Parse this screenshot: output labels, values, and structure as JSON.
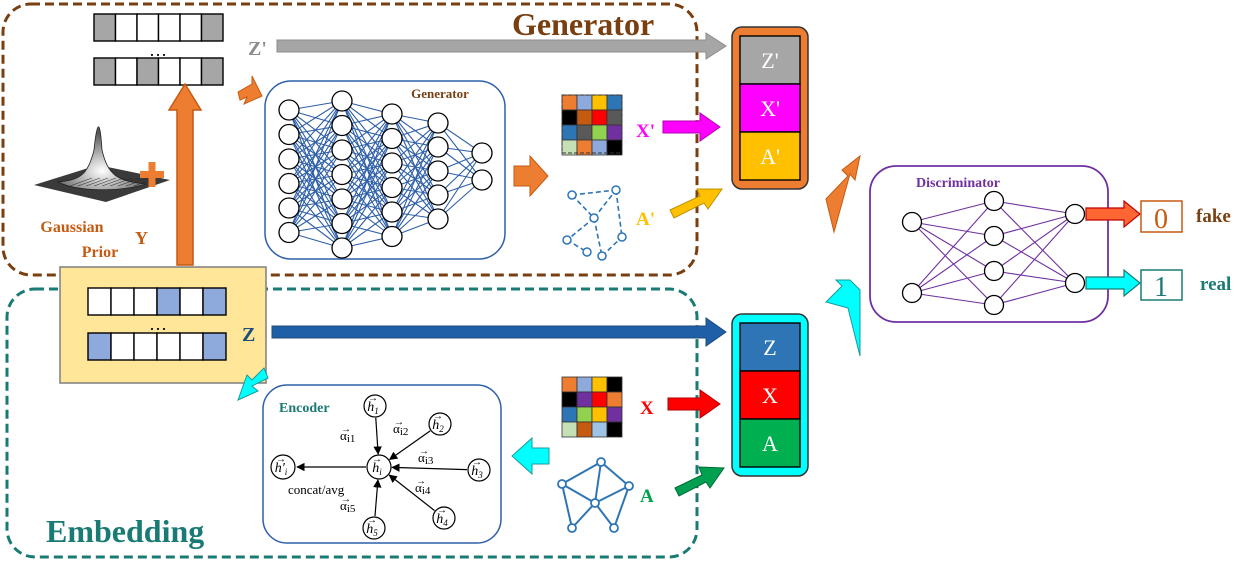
{
  "generator_block": {
    "title": "Generator",
    "title_color": "#7a3f10",
    "inner_label": "Generator",
    "z_prime_label": "Z'",
    "x_prime_label": "X'",
    "a_prime_label": "A'",
    "border_color": "#7a3f10"
  },
  "prior": {
    "label_line1": "Gaussian",
    "label_line2": "Prior",
    "y_label": "Y",
    "plus_symbol": "+"
  },
  "embedding_block": {
    "title": "Embedding",
    "title_color": "#1a7a74",
    "z_label": "Z",
    "x_label": "X",
    "a_label": "A",
    "border_color": "#1a7a74"
  },
  "encoder": {
    "label": "Encoder",
    "center_node": "h",
    "center_sub": "i",
    "output_node": "h'",
    "output_sub": "i",
    "agg_label": "concat/avg",
    "neighbors": [
      {
        "name": "h",
        "sub": "1",
        "alpha": "α",
        "alpha_sub": "i1"
      },
      {
        "name": "h",
        "sub": "2",
        "alpha": "α",
        "alpha_sub": "i2"
      },
      {
        "name": "h",
        "sub": "3",
        "alpha": "α",
        "alpha_sub": "i3"
      },
      {
        "name": "h",
        "sub": "4",
        "alpha": "α",
        "alpha_sub": "i4"
      },
      {
        "name": "h",
        "sub": "5",
        "alpha": "α",
        "alpha_sub": "i5"
      }
    ]
  },
  "vector_fake": {
    "rows": [
      [
        "#a6a6a6",
        "#ffffff",
        "#ffffff",
        "#ffffff",
        "#ffffff",
        "#a6a6a6"
      ],
      [
        "#a6a6a6",
        "#ffffff",
        "#a6a6a6",
        "#ffffff",
        "#ffffff",
        "#a6a6a6"
      ]
    ],
    "ellipsis": "…"
  },
  "vector_real": {
    "rows": [
      [
        "#ffffff",
        "#ffffff",
        "#ffffff",
        "#8ea9db",
        "#ffffff",
        "#8ea9db"
      ],
      [
        "#8ea9db",
        "#ffffff",
        "#ffffff",
        "#ffffff",
        "#ffffff",
        "#8ea9db"
      ]
    ],
    "ellipsis": "…"
  },
  "fake_stack": {
    "cells": [
      {
        "label": "Z'",
        "color": "#a6a6a6"
      },
      {
        "label": "X'",
        "color": "#ff00ff"
      },
      {
        "label": "A'",
        "color": "#ffc000"
      }
    ],
    "frame_color": "#ed7d31"
  },
  "real_stack": {
    "cells": [
      {
        "label": "Z",
        "color": "#2e75b6"
      },
      {
        "label": "X",
        "color": "#ff0000"
      },
      {
        "label": "A",
        "color": "#00b050"
      }
    ],
    "frame_color": "#00ffff"
  },
  "discriminator": {
    "label": "Discriminator",
    "label_color": "#7030a0",
    "outputs": [
      {
        "value": "0",
        "name": "fake",
        "name_color": "#7a3f10",
        "box_color": "#c55a11"
      },
      {
        "value": "1",
        "name": "real",
        "name_color": "#1a7a74",
        "box_color": "#1a7a74"
      }
    ]
  },
  "feature_matrix_fake": [
    [
      "#ed7d31",
      "#8ea9db",
      "#ffc000",
      "#2e75b6"
    ],
    [
      "#000000",
      "#c55a11",
      "#ff0000",
      "#595959"
    ],
    [
      "#2e75b6",
      "#595959",
      "#92d050",
      "#7030a0"
    ],
    [
      "#c5e0b4",
      "#ed7d31",
      "#8ea9db",
      "#000000"
    ]
  ],
  "feature_matrix_real": [
    [
      "#ed7d31",
      "#8ea9db",
      "#ffc000",
      "#000000"
    ],
    [
      "#000000",
      "#7030a0",
      "#ff0000",
      "#ed7d31"
    ],
    [
      "#2e75b6",
      "#92d050",
      "#ffc000",
      "#7030a0"
    ],
    [
      "#c5e0b4",
      "#c55a11",
      "#9dc3e6",
      "#000000"
    ]
  ],
  "colors": {
    "orange_arrow": "#ed7d31",
    "gray_arrow": "#a6a6a6",
    "blue_arrow": "#1f5fa8",
    "cyan_arrow": "#00ffff",
    "magenta_arrow": "#ff00ff",
    "yellow_arrow": "#ffc000",
    "red_arrow": "#ff0000",
    "green_arrow": "#00a050",
    "gen_net_edge": "#2e5fa8",
    "disc_net_edge": "#7030a0"
  }
}
